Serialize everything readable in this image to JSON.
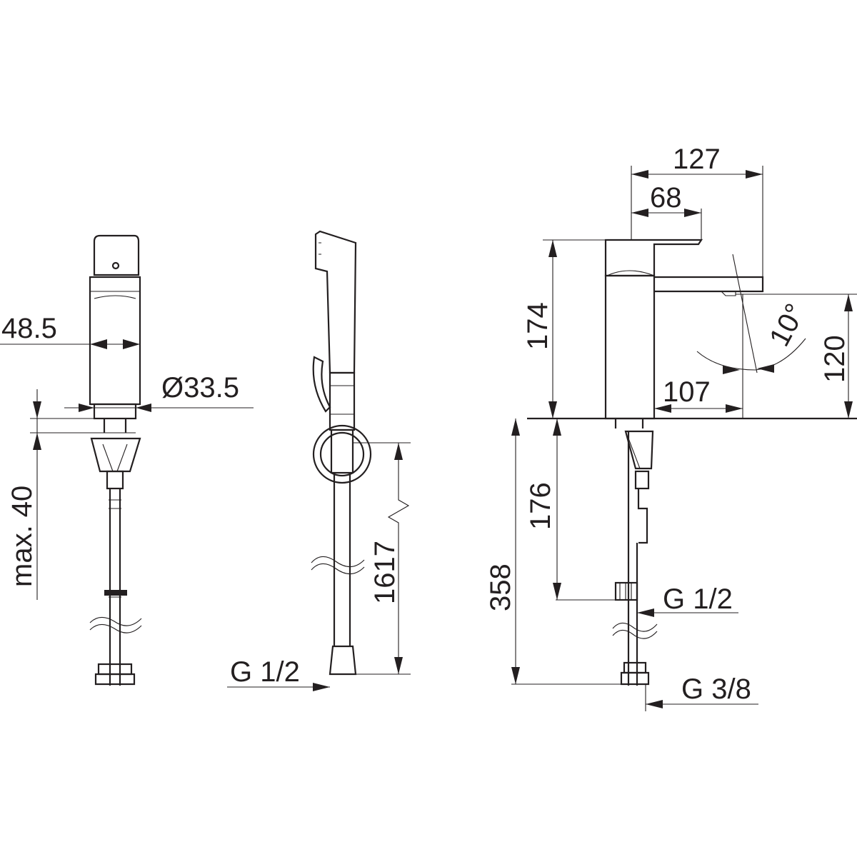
{
  "dimensions": {
    "front_width": "48.5",
    "front_diameter": "Ø33.5",
    "front_max": "max. 40",
    "shower_hose_length": "1617",
    "shower_thread": "G 1/2",
    "side_total_depth": "127",
    "side_handle_depth": "68",
    "side_height": "174",
    "side_spout_height": "120",
    "side_spout_reach": "107",
    "side_spout_angle": "10°",
    "side_below_deck": "176",
    "side_total_below": "358",
    "side_inlet_thread": "G 1/2",
    "side_outlet_thread": "G 3/8"
  }
}
